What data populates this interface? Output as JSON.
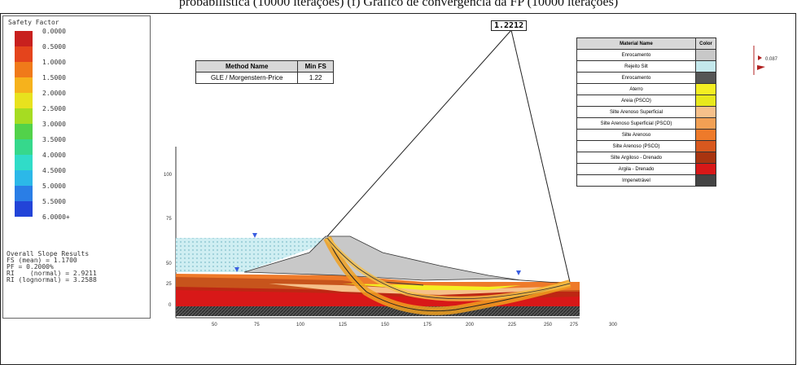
{
  "caption": "probabilística (10000 iterações) (f) Gráfico de convergência da FP (10000 iterações)",
  "legend": {
    "title": "Safety Factor",
    "bands": [
      {
        "value": "0.0000",
        "color": "#c8201e"
      },
      {
        "value": "0.5000",
        "color": "#e4441c"
      },
      {
        "value": "1.0000",
        "color": "#f07a1a"
      },
      {
        "value": "1.5000",
        "color": "#f6b21c"
      },
      {
        "value": "2.0000",
        "color": "#e8e21e"
      },
      {
        "value": "2.5000",
        "color": "#a6dc22"
      },
      {
        "value": "3.0000",
        "color": "#52d24a"
      },
      {
        "value": "3.5000",
        "color": "#36d88c"
      },
      {
        "value": "4.0000",
        "color": "#30dcc8"
      },
      {
        "value": "4.5000",
        "color": "#2cb8e8"
      },
      {
        "value": "5.0000",
        "color": "#2a7ee6"
      },
      {
        "value": "5.5000",
        "color": "#2244d8"
      },
      {
        "value": "6.0000+",
        "color": null
      }
    ],
    "stats": "Overall Slope Results\nFS (mean) = 1.1700\nPF = 0.2000%\nRI    (normal) = 2.9211\nRI (lognormal) = 3.2588"
  },
  "method_table": {
    "headers": [
      "Method Name",
      "Min FS"
    ],
    "rows": [
      [
        "GLE / Morgenstern-Price",
        "1.22"
      ]
    ]
  },
  "fs_label": "1.2212",
  "material_table": {
    "headers": [
      "Material Name",
      "Color"
    ],
    "rows": [
      {
        "name": "Enrocamento",
        "color": "#c8c8c8"
      },
      {
        "name": "Rejeito Silt",
        "color": "#c4e8ec"
      },
      {
        "name": "Enrocamento",
        "color": "#555555"
      },
      {
        "name": "Aterro",
        "color": "#f4ee22"
      },
      {
        "name": "Areia (PSCO)",
        "color": "#e8e81c"
      },
      {
        "name": "Silte Arenoso Superficial",
        "color": "#f6c08a"
      },
      {
        "name": "Silte Arenoso Superficial (PSCO)",
        "color": "#f2a054"
      },
      {
        "name": "Silte Arenoso",
        "color": "#ee7a2a"
      },
      {
        "name": "Silte Arenoso (PSCO)",
        "color": "#d8581e"
      },
      {
        "name": "Silte Argiloso - Drenado",
        "color": "#a83410"
      },
      {
        "name": "Argila - Drenado",
        "color": "#d81818"
      },
      {
        "name": "Impenetrável",
        "color": "#444444"
      }
    ]
  },
  "axes": {
    "y_ticks": [
      "100",
      "75",
      "50",
      "25",
      "0"
    ],
    "x_ticks": [
      "50",
      "75",
      "100",
      "125",
      "150",
      "175",
      "200",
      "225",
      "250",
      "275",
      "300"
    ]
  },
  "arrow_label": "0.087"
}
